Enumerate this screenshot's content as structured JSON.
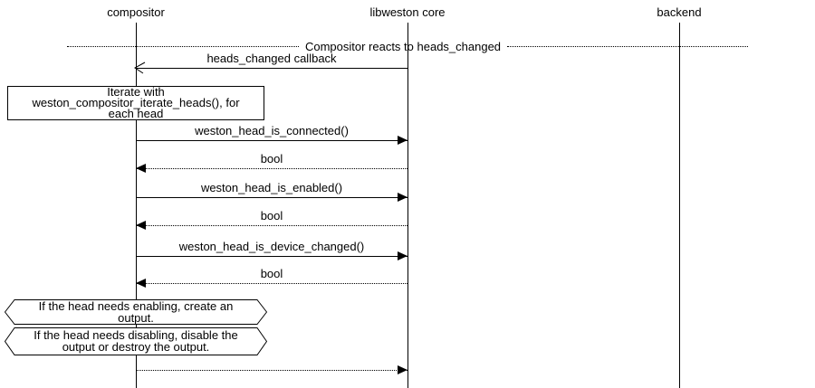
{
  "colors": {
    "background": "#ffffff",
    "line": "#000000"
  },
  "participants": [
    {
      "label": "compositor"
    },
    {
      "label": "libweston core"
    },
    {
      "label": "backend"
    }
  ],
  "divider": {
    "label": "Compositor reacts to heads_changed"
  },
  "messages": [
    {
      "label": "heads_changed callback",
      "from": "libweston core",
      "to": "compositor",
      "style": "solid-open-arrow"
    },
    {
      "label": "weston_head_is_connected()",
      "from": "compositor",
      "to": "libweston core",
      "style": "solid-filled-arrow"
    },
    {
      "label": "bool",
      "from": "libweston core",
      "to": "compositor",
      "style": "dotted-filled-arrow"
    },
    {
      "label": "weston_head_is_enabled()",
      "from": "compositor",
      "to": "libweston core",
      "style": "solid-filled-arrow"
    },
    {
      "label": "bool",
      "from": "libweston core",
      "to": "compositor",
      "style": "dotted-filled-arrow"
    },
    {
      "label": "weston_head_is_device_changed()",
      "from": "compositor",
      "to": "libweston core",
      "style": "solid-filled-arrow"
    },
    {
      "label": "bool",
      "from": "libweston core",
      "to": "compositor",
      "style": "dotted-filled-arrow"
    },
    {
      "label": "",
      "from": "compositor",
      "to": "libweston core",
      "style": "dotted-filled-arrow"
    }
  ],
  "note": {
    "lines": [
      "Iterate with",
      "weston_compositor_iterate_heads(), for",
      "each head"
    ]
  },
  "conditions": [
    {
      "lines": [
        "If the head needs enabling, create an",
        "output."
      ]
    },
    {
      "lines": [
        "If the head needs disabling, disable the",
        "output or destroy the output."
      ]
    }
  ]
}
